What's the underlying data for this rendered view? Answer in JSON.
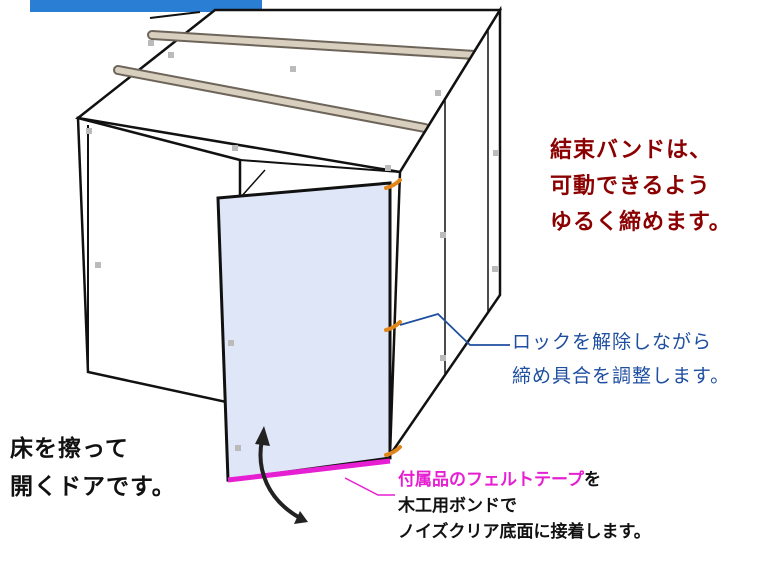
{
  "annotations": {
    "band_note": {
      "line1": "結束バンドは、",
      "line2": "可動できるよう",
      "line3": "ゆるく締めます。"
    },
    "lock_note": {
      "line1": "ロックを解除しながら",
      "line2": "締め具合を調整します。"
    },
    "door_note": {
      "line1": "床を擦って",
      "line2": "開くドアです。"
    },
    "felt_note": {
      "line1_highlight": "付属品のフェルトテープ",
      "line1_rest": "を",
      "line2": "木工用ボンドで",
      "line3": "ノイズクリア底面に接着します。"
    }
  },
  "colors": {
    "band_text": "#8b0000",
    "lock_text": "#1f4fa0",
    "felt_highlight": "#e61fd2",
    "door_fill": "#dfe6f7",
    "cable_tie": "#e0861a",
    "header_bar": "#2a7fd4",
    "rail": "#d8cfbf"
  }
}
